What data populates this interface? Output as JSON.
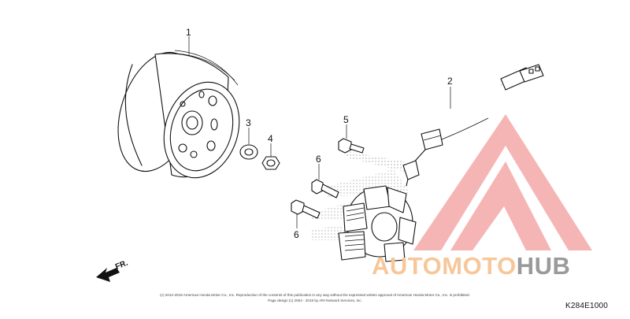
{
  "diagram": {
    "callouts": {
      "flywheel": "1",
      "stator": "2",
      "washer": "3",
      "nut": "4",
      "bolt_top": "5",
      "bolt_mid": "6",
      "bolt_low": "6"
    },
    "direction_label": "FR.",
    "copyright_line1": "(c) 2012-2019 American Honda Motor Co., Inc. Reproduction of the contents of this publication in any way without the expressed written approval of American Honda Motor Co., Inc. is prohibited.",
    "copyright_line2": "Page design (c) 2004 - 2019 by ARI Network Services, Inc.",
    "diagram_code": "K284E1000"
  },
  "watermark": {
    "part1": "AUTOMOTO",
    "part2": "HUB",
    "color_primary": "#f4a8a8",
    "color_secondary": "#f7c79a",
    "color_dark": "#9a9a9a"
  }
}
